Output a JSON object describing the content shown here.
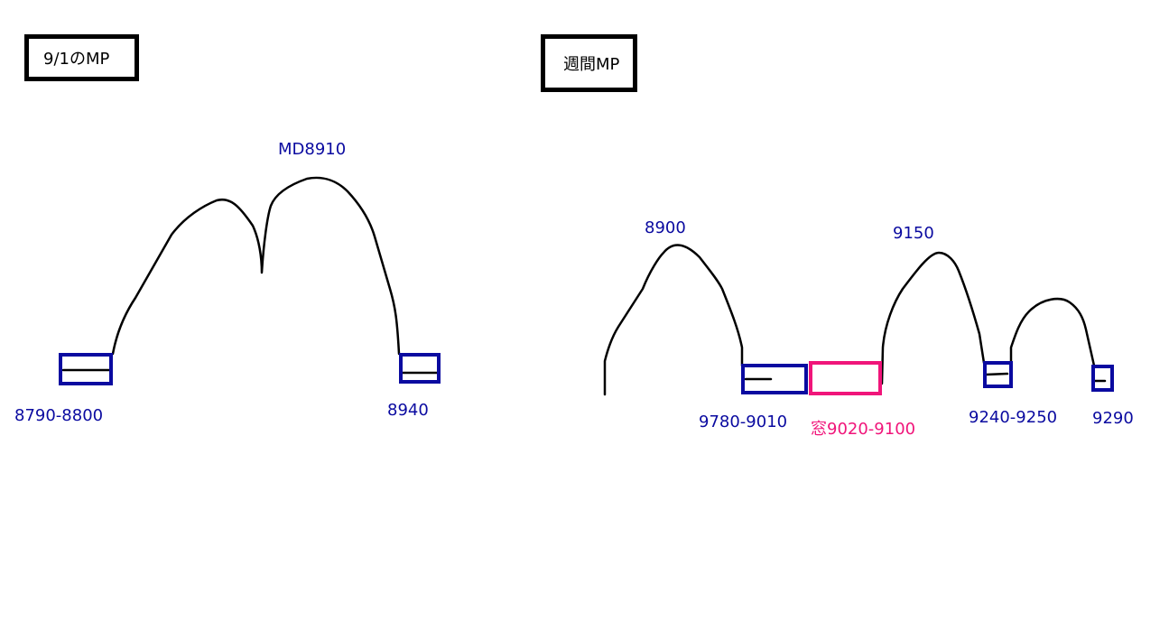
{
  "left_panel": {
    "title": "9/1のMP",
    "peak_label": "MD8910",
    "low_range_label": "8790-8800",
    "high_label": "8940"
  },
  "right_panel": {
    "title": "週間MP",
    "peak1_label": "8900",
    "peak2_label": "9150",
    "range1_label": "9780-9010",
    "window_label": "窓9020-9100",
    "range2_label": "9240-9250",
    "range3_label": "9290"
  },
  "colors": {
    "box_blue": "#0a0aa0",
    "window_pink": "#f0157a",
    "curve": "#000000"
  }
}
